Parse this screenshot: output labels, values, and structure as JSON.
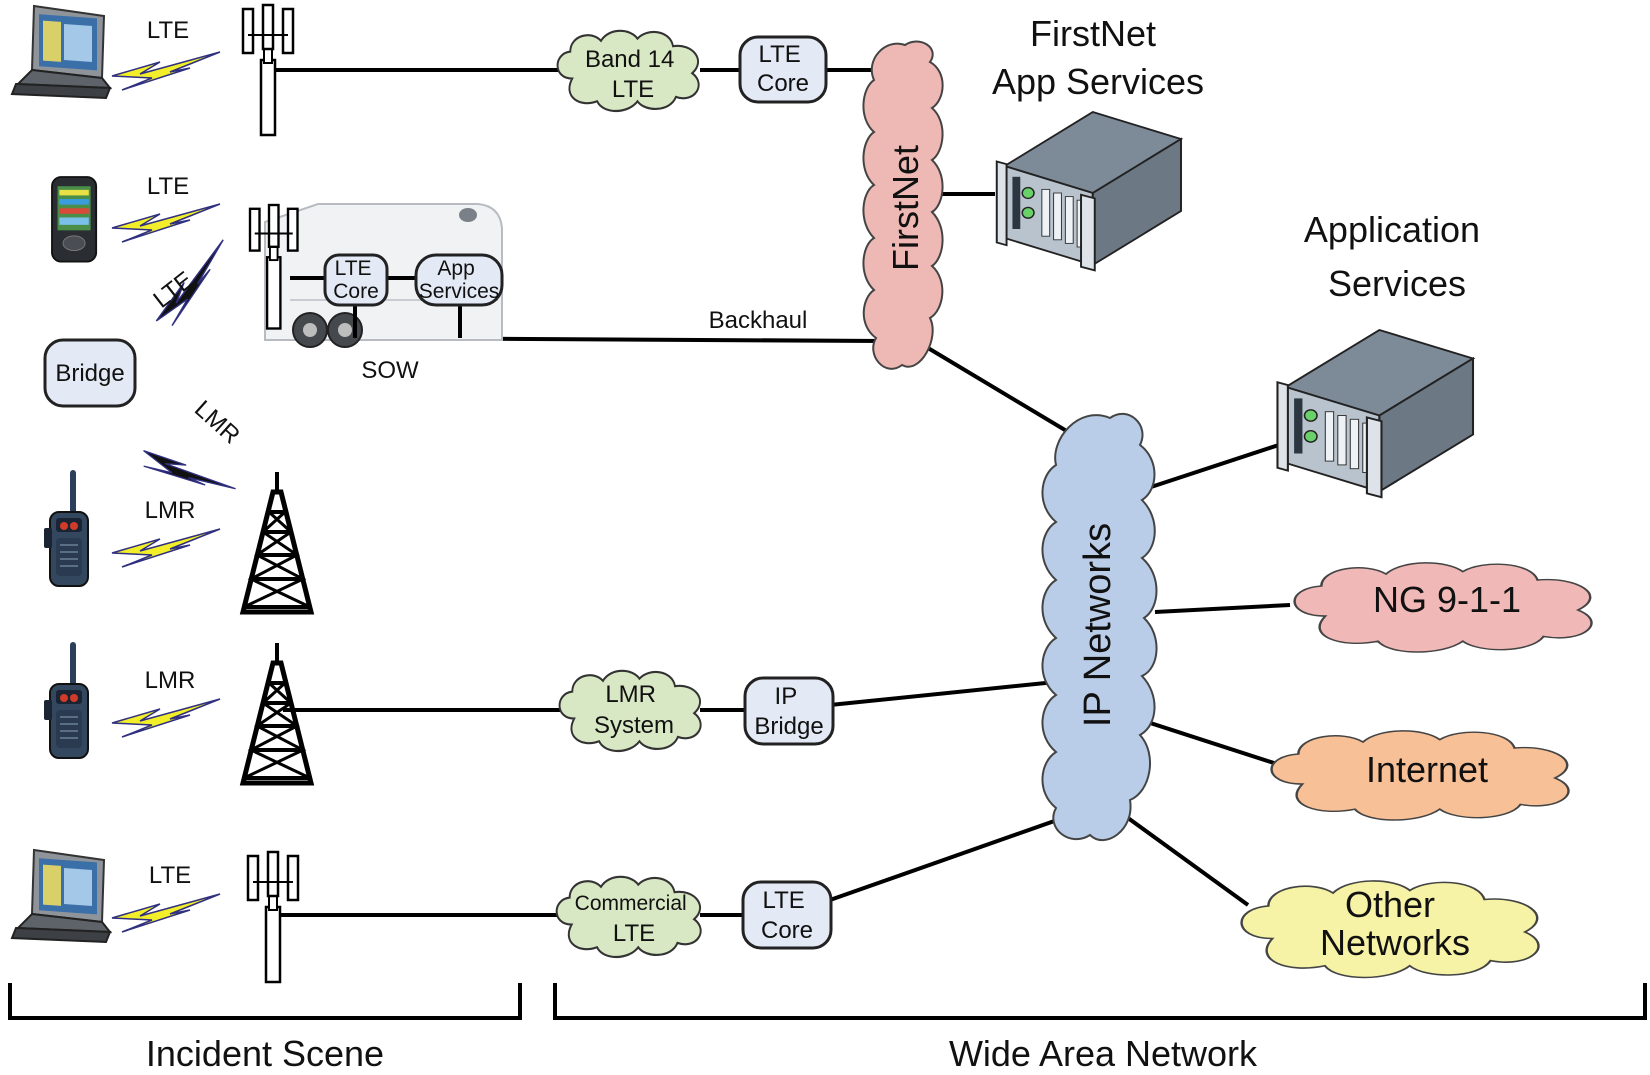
{
  "diagram": {
    "radio_labels": {
      "lte_laptop_top": "LTE",
      "lte_phone": "LTE",
      "lte_bridge": "LTE",
      "lmr_bridge": "LMR",
      "lmr_radio_1": "LMR",
      "lmr_radio_2": "LMR",
      "lte_laptop_bottom": "LTE"
    },
    "nodes": {
      "band14_lte": [
        "Band 14",
        "LTE"
      ],
      "lte_core_top": [
        "LTE",
        "Core"
      ],
      "sow_lte_core": [
        "LTE",
        "Core"
      ],
      "sow_app_services": [
        "App",
        "Services"
      ],
      "bridge": "Bridge",
      "sow": "SOW",
      "backhaul": "Backhaul",
      "lmr_system": [
        "LMR",
        "System"
      ],
      "ip_bridge": [
        "IP",
        "Bridge"
      ],
      "commercial_lte": [
        "Commercial",
        "LTE"
      ],
      "lte_core_bottom": [
        "LTE",
        "Core"
      ],
      "firstnet_cloud": "FirstNet",
      "ip_networks_cloud": "IP Networks",
      "firstnet_app_services": [
        "FirstNet",
        "App Services"
      ],
      "application_services": [
        "Application",
        "Services"
      ],
      "ng911": "NG 9-1-1",
      "internet": "Internet",
      "other_networks": [
        "Other",
        "Networks"
      ]
    },
    "sections": {
      "incident_scene": "Incident Scene",
      "wide_area_network": "Wide Area Network"
    },
    "colors": {
      "green_cloud": "#d9e8c4",
      "firstnet_cloud": "#eeb9b4",
      "ip_cloud": "#b9cde9",
      "ng911_cloud": "#f0b9b8",
      "internet_cloud": "#f7c097",
      "other_cloud": "#f6f2a6",
      "box_fill": "#e4eaf5",
      "lightning_yellow": "#f2ef2a",
      "lightning_black": "#111111"
    }
  }
}
